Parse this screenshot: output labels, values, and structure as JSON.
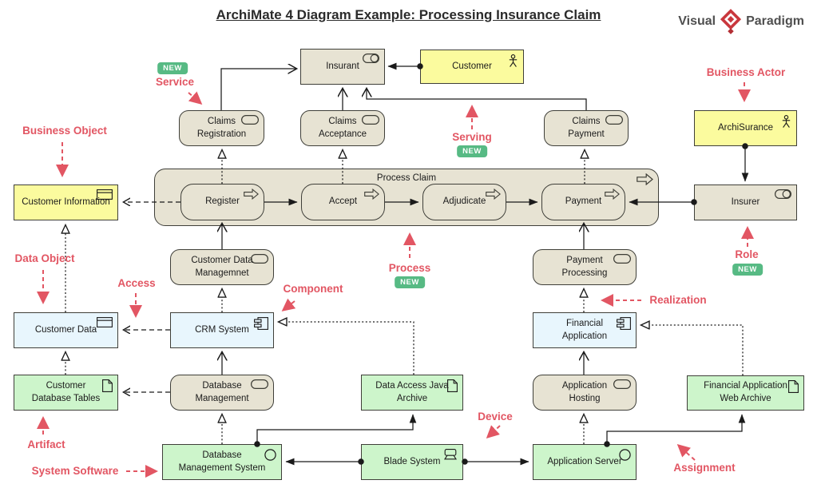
{
  "header": {
    "title": "ArchiMate 4 Diagram Example: Processing Insurance Claim"
  },
  "logo": {
    "word1": "Visual",
    "word2": "Paradigm"
  },
  "new_badge": "NEW",
  "nodes": {
    "insurant": {
      "label": "Insurant",
      "type": "business-role"
    },
    "customer": {
      "label": "Customer",
      "type": "business-actor"
    },
    "claims_registration": {
      "line1": "Claims",
      "line2": "Registration",
      "type": "business-service"
    },
    "claims_acceptance": {
      "line1": "Claims",
      "line2": "Acceptance",
      "type": "business-service"
    },
    "claims_payment": {
      "line1": "Claims",
      "line2": "Payment",
      "type": "business-service"
    },
    "archisurance": {
      "label": "ArchiSurance",
      "type": "business-actor"
    },
    "process_claim": {
      "label": "Process Claim",
      "type": "business-process"
    },
    "register": {
      "label": "Register",
      "type": "business-process"
    },
    "accept": {
      "label": "Accept",
      "type": "business-process"
    },
    "adjudicate": {
      "label": "Adjudicate",
      "type": "business-process"
    },
    "payment": {
      "label": "Payment",
      "type": "business-process"
    },
    "insurer": {
      "label": "Insurer",
      "type": "business-role"
    },
    "customer_information": {
      "label": "Customer Information",
      "type": "business-object"
    },
    "customer_data_managemnet": {
      "line1": "Customer Data",
      "line2": "Managemnet",
      "type": "application-service"
    },
    "payment_processing": {
      "line1": "Payment",
      "line2": "Processing",
      "type": "application-service"
    },
    "customer_data": {
      "label": "Customer Data",
      "type": "data-object"
    },
    "crm_system": {
      "label": "CRM System",
      "type": "application-component"
    },
    "financial_application": {
      "line1": "Financial",
      "line2": "Application",
      "type": "application-component"
    },
    "customer_database_tables": {
      "line1": "Customer",
      "line2": "Database Tables",
      "type": "artifact"
    },
    "database_management": {
      "line1": "Database",
      "line2": "Management",
      "type": "technology-service"
    },
    "data_access_java_archive": {
      "line1": "Data Access Java",
      "line2": "Archive",
      "type": "artifact"
    },
    "application_hosting": {
      "line1": "Application",
      "line2": "Hosting",
      "type": "technology-service"
    },
    "financial_application_web_archive": {
      "line1": "Financial Application",
      "line2": "Web Archive",
      "type": "artifact"
    },
    "database_management_system": {
      "line1": "Database",
      "line2": "Management System",
      "type": "system-software"
    },
    "blade_system": {
      "label": "Blade System",
      "type": "device"
    },
    "application_server": {
      "label": "Application Server",
      "type": "system-software"
    }
  },
  "annotations": {
    "service": "Service",
    "business_actor": "Business Actor",
    "business_object": "Business Object",
    "serving": "Serving",
    "data_object": "Data Object",
    "access": "Access",
    "component": "Component",
    "process": "Process",
    "role": "Role",
    "realization": "Realization",
    "artifact": "Artifact",
    "system_software": "System Software",
    "device": "Device",
    "assignment": "Assignment"
  },
  "colors": {
    "business_yellow": "#fbfb9e",
    "process_tan": "#e7e3d3",
    "application_blue": "#e8f6fd",
    "technology_green": "#cdf5cb",
    "annotation_red": "#e25663",
    "badge_green": "#57ba84",
    "line_black": "#1a1a1a"
  }
}
